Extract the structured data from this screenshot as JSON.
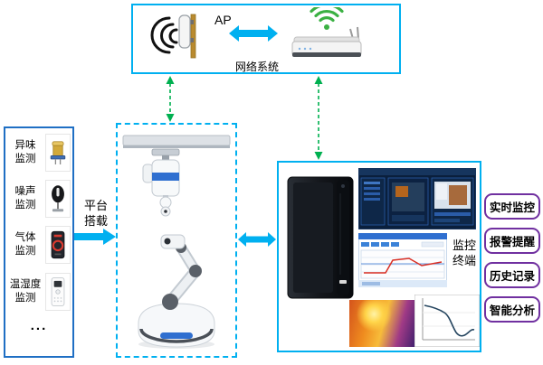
{
  "diagram": {
    "network": {
      "ap_label": "AP",
      "caption": "网络系统",
      "icons": {
        "antenna": "ap-antenna-icon",
        "router": "wifi-router-icon"
      }
    },
    "sensors": {
      "items": [
        {
          "label": "异味\n监测",
          "icon": "odor-sensor-icon"
        },
        {
          "label": "噪声\n监测",
          "icon": "noise-sensor-icon"
        },
        {
          "label": "气体\n监测",
          "icon": "gas-sensor-icon"
        },
        {
          "label": "温湿度\n监测",
          "icon": "temp-humidity-sensor-icon"
        }
      ],
      "more": "..."
    },
    "platform": {
      "label": "平台\n搭载"
    },
    "robots": {
      "icons": [
        "rail-robot-icon",
        "wheeled-robot-icon"
      ]
    },
    "terminal": {
      "caption": "监控\n终端",
      "icons": [
        "pc-tower-icon",
        "monitoring-screenshot",
        "software-screenshot",
        "thermal-image",
        "trend-chart-image"
      ]
    },
    "features": [
      {
        "label": "实时监控"
      },
      {
        "label": "报警提醒"
      },
      {
        "label": "历史记录"
      },
      {
        "label": "智能分析"
      }
    ],
    "colors": {
      "box_cyan": "#00b0f0",
      "box_blue": "#1f6fc4",
      "arrow_blue": "#00b0f0",
      "arrow_green": "#00b050",
      "feature_purple": "#7030a0",
      "wifi_green": "#3bb143",
      "robot_blue": "#2f6fd0"
    }
  }
}
